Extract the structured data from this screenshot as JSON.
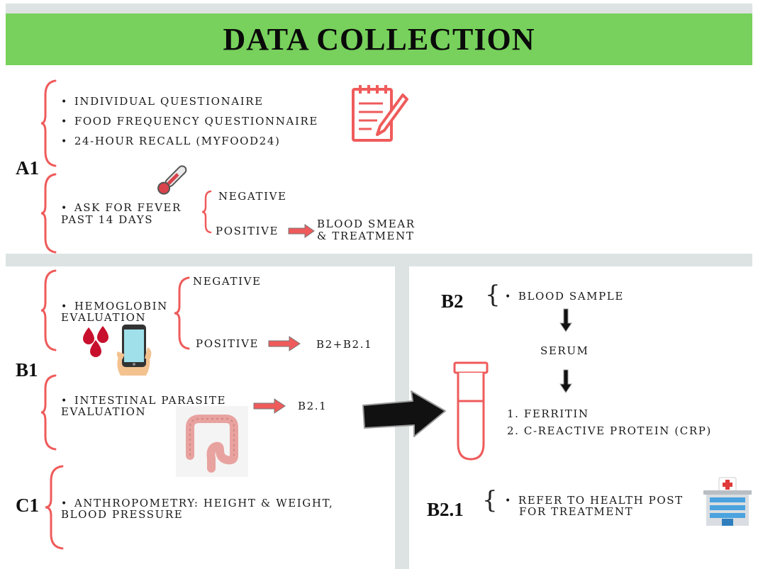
{
  "title": "DATA COLLECTION",
  "colors": {
    "header_green": "#77d15c",
    "separator_gray": "#dde3e3",
    "brace_red": "#ef5b5b",
    "arrow_black": "#111111"
  },
  "a1": {
    "label": "A1",
    "questionnaires": [
      "INDIVIDUAL QUESTIONAIRE",
      "FOOD FREQUENCY QUESTIONNAIRE",
      "24-HOUR RECALL (MYFOOD24)"
    ],
    "fever_line1": "ASK FOR FEVER",
    "fever_line2": "PAST 14 DAYS",
    "negative": "NEGATIVE",
    "positive": "POSITIVE",
    "outcome_line1": "BLOOD SMEAR",
    "outcome_line2": "& TREATMENT"
  },
  "b1": {
    "label": "B1",
    "hemo_line1": "HEMOGLOBIN",
    "hemo_line2": "EVALUATION",
    "negative": "NEGATIVE",
    "positive": "POSITIVE",
    "positive_outcome": "B2+B2.1",
    "parasite_line1": "INTESTINAL PARASITE",
    "parasite_line2": "EVALUATION",
    "parasite_outcome": "B2.1"
  },
  "c1": {
    "label": "C1",
    "line1": "ANTHROPOMETRY: HEIGHT & WEIGHT,",
    "line2": "BLOOD PRESSURE"
  },
  "b2": {
    "label": "B2",
    "sample": "BLOOD SAMPLE",
    "serum": "SERUM",
    "tests": [
      "1. FERRITIN",
      "2. C-REACTIVE PROTEIN (CRP)"
    ]
  },
  "b21": {
    "label": "B2.1",
    "line1": "REFER TO HEALTH POST",
    "line2": "FOR TREATMENT"
  },
  "icons": [
    "notepad-pencil-icon",
    "thermometer-icon",
    "blood-drops-icon",
    "smartphone-hand-icon",
    "intestine-icon",
    "test-tube-icon",
    "hospital-icon"
  ]
}
